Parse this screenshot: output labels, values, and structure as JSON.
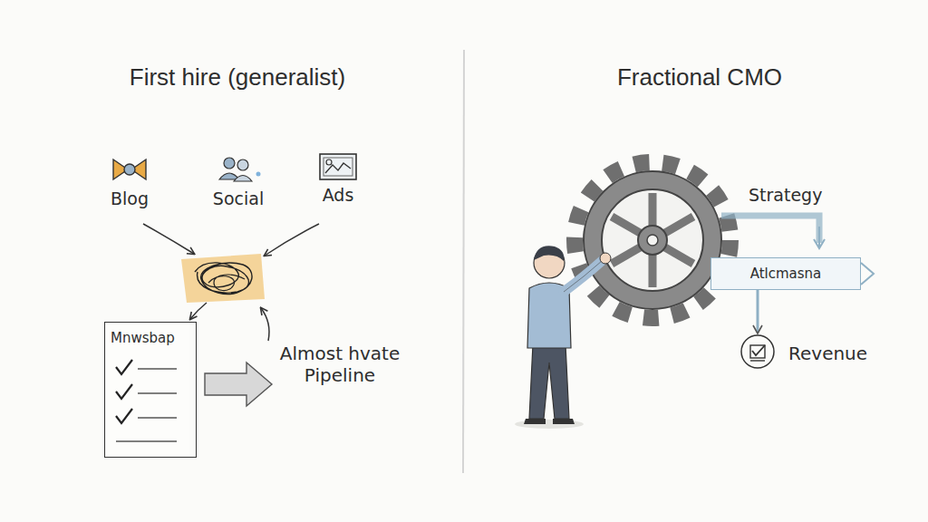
{
  "diagram": {
    "nodes": [
      {
        "text": [
          "Blog"
        ]
      },
      {
        "text": [
          "Social"
        ]
      },
      {
        "text": [
          "Ads"
        ]
      },
      {
        "text": [
          "Mnwsbap"
        ]
      },
      {
        "text": [
          "Atlcmasna"
        ]
      },
      {
        "text": [
          "Revenue"
        ]
      }
    ],
    "edges": [
      {
        "from": 4,
        "to": 5,
        "arrow": "to"
      }
    ],
    "labels": [
      "First hire (generalist)",
      "Fractional CMO",
      "Almost hvate Pipeline",
      "Strategy"
    ]
  }
}
